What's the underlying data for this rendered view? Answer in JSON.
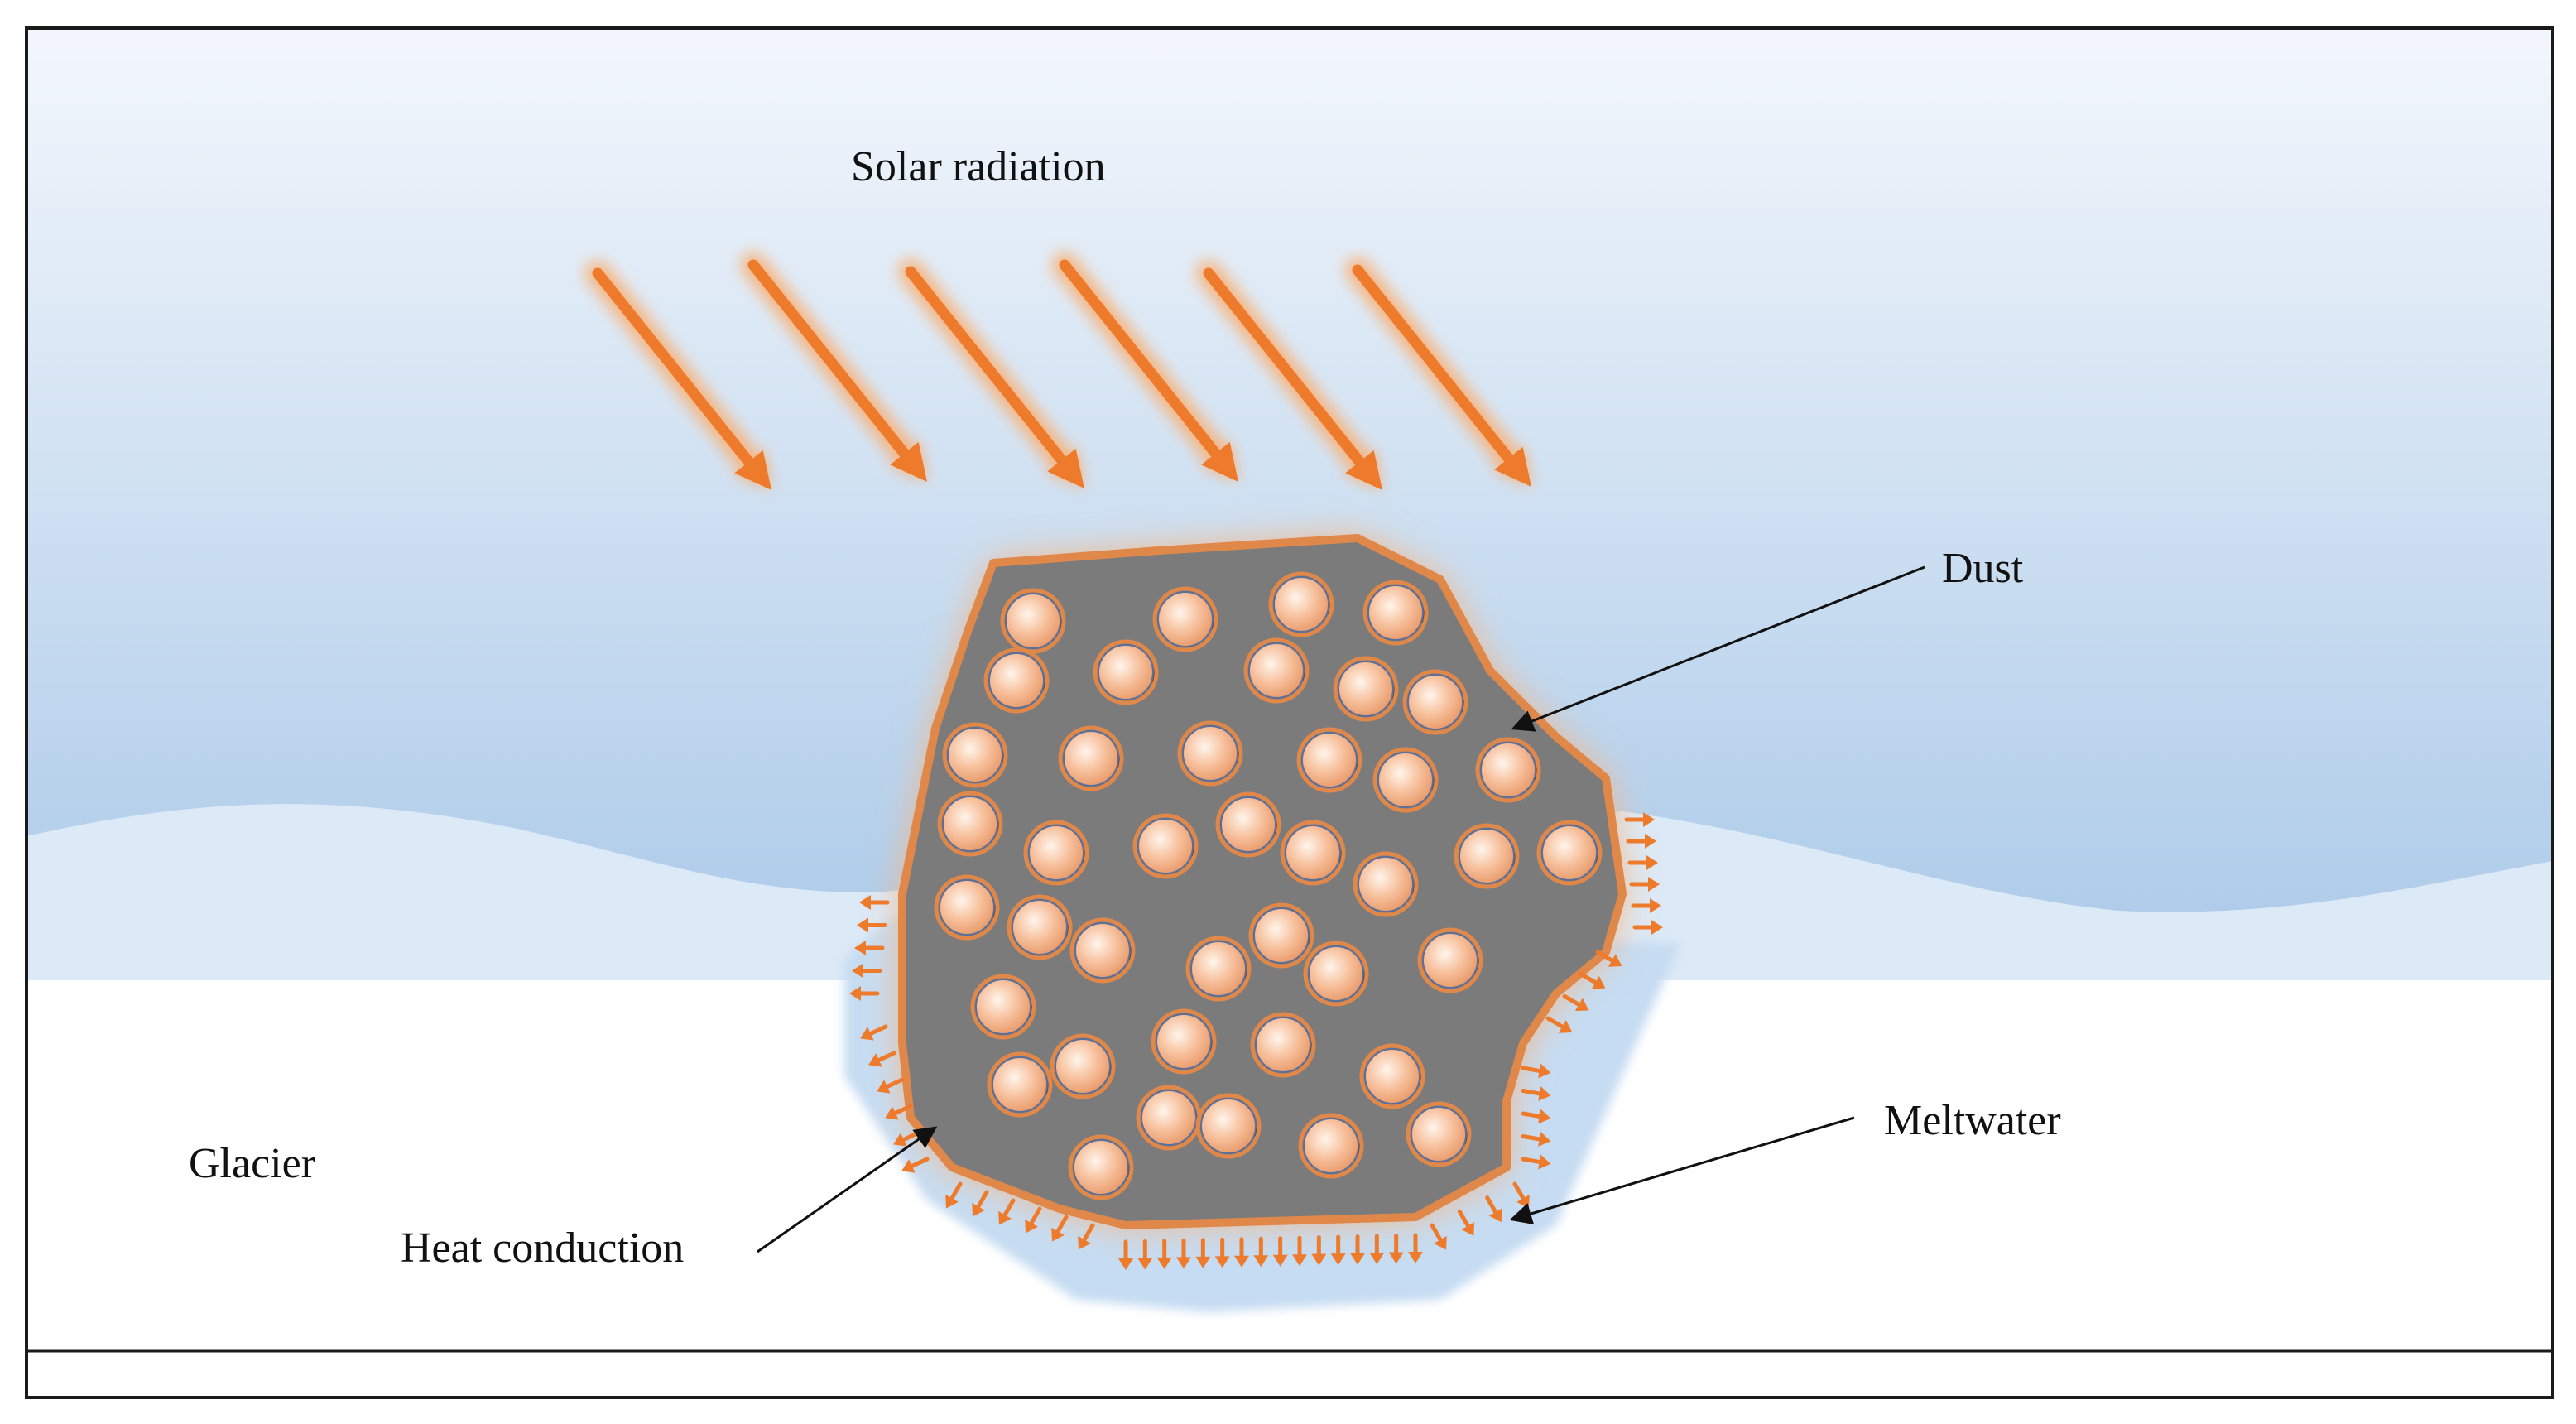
{
  "labels": {
    "solar_radiation": "Solar radiation",
    "dust": "Dust",
    "meltwater": "Meltwater",
    "glacier": "Glacier",
    "heat_conduction": "Heat conduction"
  },
  "colors": {
    "sky_top": "#f3f7fc",
    "sky_bottom": "#aac9e8",
    "snow_wave": "#dce9f6",
    "glacier": "#ffffff",
    "meltwater": "#c6dcf2",
    "dust": "#7b7b7b",
    "particle_fill": "#f7c09c",
    "particle_ring": "#e0874a",
    "arrow": "#ee7a2c",
    "arrow_glow": "#f7b47e",
    "frame": "#1a1a1a"
  }
}
